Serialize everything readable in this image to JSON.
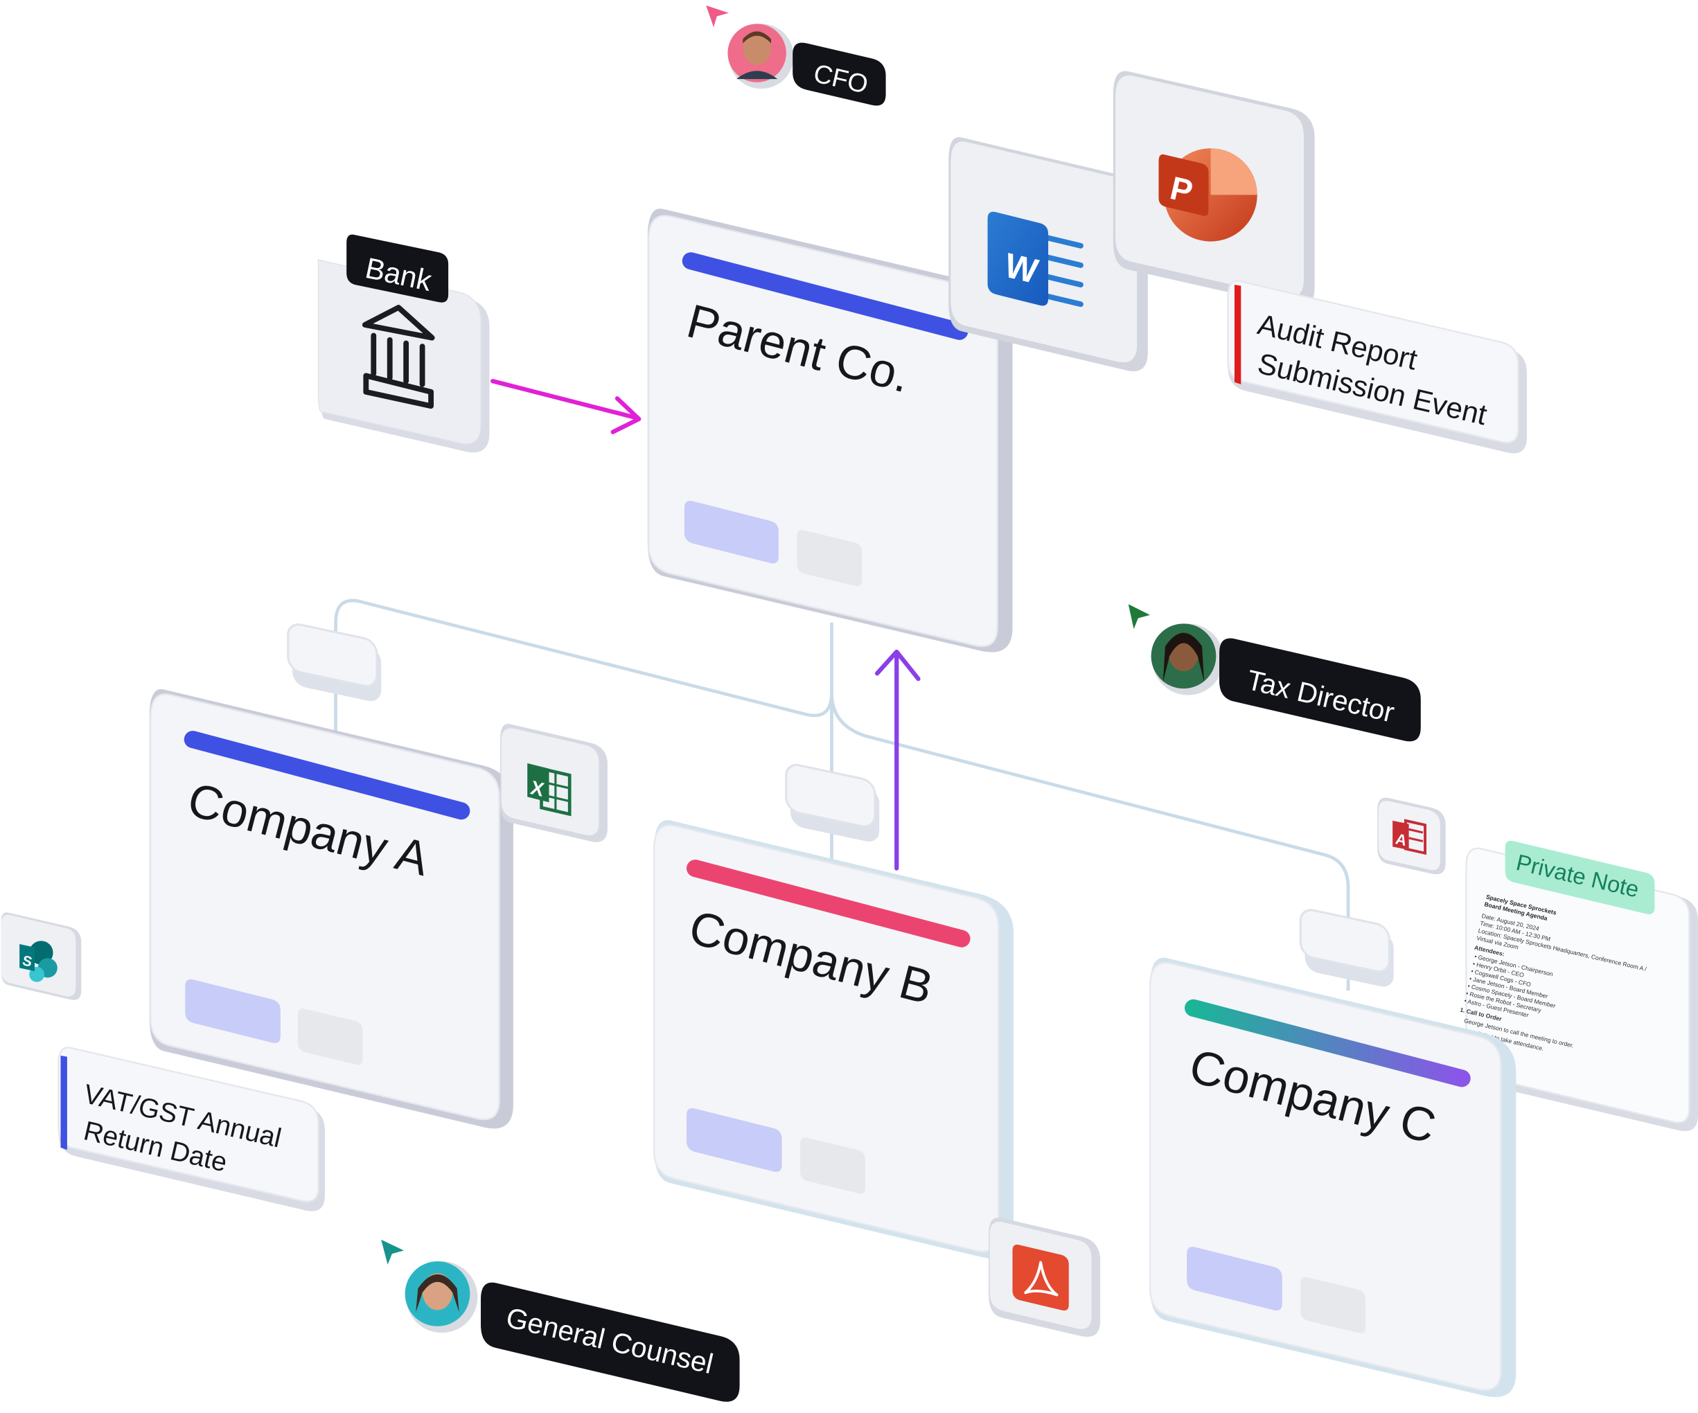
{
  "nodes": {
    "parent": {
      "title": "Parent Co.",
      "accent": "#3f51e3"
    },
    "company_a": {
      "title": "Company A",
      "accent": "#3f51e3"
    },
    "company_b": {
      "title": "Company B",
      "accent": "#ec4470"
    },
    "company_c": {
      "title": "Company C",
      "accent_from": "#1bb597",
      "accent_to": "#8b55e8"
    },
    "bank": {
      "label": "Bank",
      "icon": "bank-icon"
    }
  },
  "people": [
    {
      "role": "CFO",
      "cursor_color": "#ef5a86"
    },
    {
      "role": "Tax Director",
      "cursor_color": "#1f7a3a"
    },
    {
      "role": "General Counsel",
      "cursor_color": "#17938c"
    }
  ],
  "events": {
    "audit": {
      "line1": "Audit Report",
      "line2": "Submission Event",
      "color": "#e01b1b"
    },
    "vat": {
      "line1": "VAT/GST Annual",
      "line2": "Return Date",
      "color": "#3f51e3"
    }
  },
  "private_note": {
    "tag": "Private Note",
    "title_line1": "Spacely Space Sprockets",
    "title_line2": "Board Meeting Agenda",
    "lines": [
      "Date: August 20, 2024",
      "Time: 10:00 AM - 12:30 PM",
      "Location: Spacely Sprockets Headquarters, Conference Room A /",
      "Virtual via Zoom",
      "Attendees:",
      "• George Jetson - Chairperson",
      "• Henry Orbit - CEO",
      "• Cogswell Cogs - CFO",
      "• Jane Jetson - Board Member",
      "• Cosmo Spacely - Board Member",
      "• Rosie the Robot - Secretary",
      "• Astro - Guest Presenter",
      "1. Call to Order",
      "George Jetson to call the meeting to order.",
      "e Robot to take attendance."
    ]
  },
  "app_icons": [
    {
      "name": "word-icon",
      "letter": "W"
    },
    {
      "name": "powerpoint-icon",
      "letter": "P"
    },
    {
      "name": "excel-icon",
      "letter": "X"
    },
    {
      "name": "sharepoint-icon",
      "letter": "S"
    },
    {
      "name": "access-icon",
      "letter": "A"
    },
    {
      "name": "pdf-icon",
      "letter": ""
    }
  ],
  "colors": {
    "arrow_bank": "#e021d6",
    "arrow_company_b": "#8a3fe8",
    "connector": "#c9dbe8",
    "label_bg": "#111318"
  }
}
